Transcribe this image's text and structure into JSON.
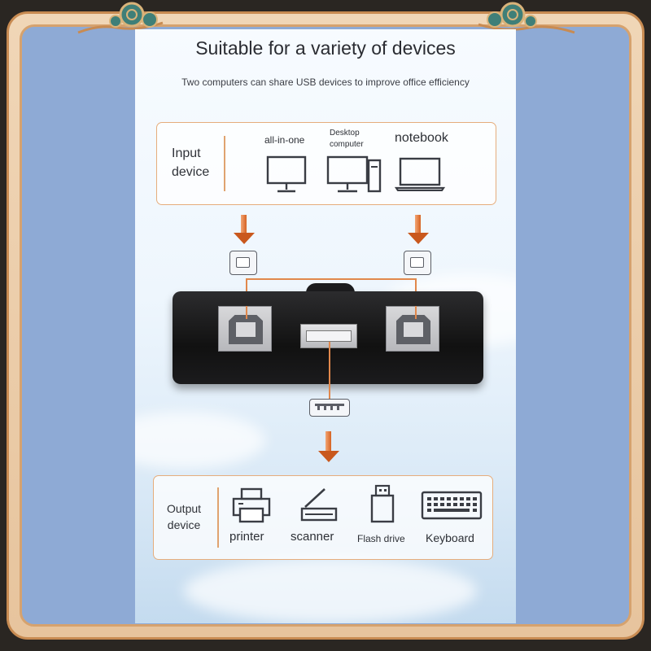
{
  "header": {
    "title": "Suitable for a variety of devices",
    "subtitle": "Two computers can share USB devices to improve office efficiency"
  },
  "input_section": {
    "label_line1": "Input",
    "label_line2": "device",
    "devices": [
      {
        "label": "all-in-one",
        "icon": "all-in-one-monitor-icon"
      },
      {
        "label_line1": "Desktop",
        "label_line2": "computer",
        "icon": "desktop-computer-icon"
      },
      {
        "label": "notebook",
        "icon": "laptop-icon"
      }
    ]
  },
  "output_section": {
    "label_line1": "Output",
    "label_line2": "device",
    "devices": [
      {
        "label": "printer",
        "icon": "printer-icon"
      },
      {
        "label": "scanner",
        "icon": "scanner-icon"
      },
      {
        "label": "Flash drive",
        "icon": "flash-drive-icon"
      },
      {
        "label": "Keyboard",
        "icon": "keyboard-icon"
      }
    ]
  },
  "colors": {
    "accent": "#e1884c",
    "arrow": "#c9581d",
    "frame_border": "#c88b52",
    "frame_fill": "#8eaad5"
  }
}
